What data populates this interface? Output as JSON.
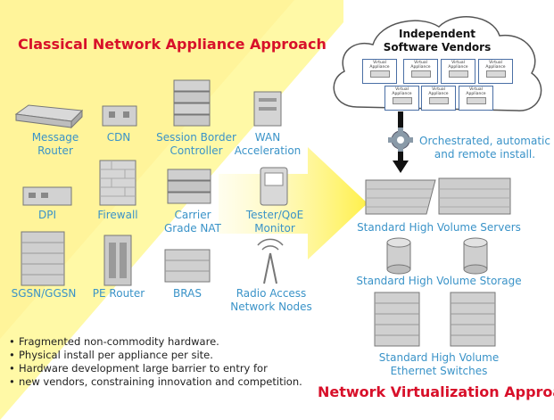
{
  "classical": {
    "title": "Classical Network Appliance Approach",
    "appliances": [
      {
        "id": "message-router",
        "label_lines": [
          "Message",
          "Router"
        ]
      },
      {
        "id": "cdn",
        "label_lines": [
          "CDN"
        ]
      },
      {
        "id": "session-border-controller",
        "label_lines": [
          "Session Border",
          "Controller"
        ]
      },
      {
        "id": "wan-acceleration",
        "label_lines": [
          "WAN",
          "Acceleration"
        ]
      },
      {
        "id": "dpi",
        "label_lines": [
          "DPI"
        ]
      },
      {
        "id": "firewall",
        "label_lines": [
          "Firewall"
        ]
      },
      {
        "id": "carrier-grade-nat",
        "label_lines": [
          "Carrier",
          "Grade NAT"
        ]
      },
      {
        "id": "tester-qoe-monitor",
        "label_lines": [
          "Tester/QoE",
          "Monitor"
        ]
      },
      {
        "id": "sgsn-ggsn",
        "label_lines": [
          "SGSN/GGSN"
        ]
      },
      {
        "id": "pe-router",
        "label_lines": [
          "PE Router"
        ]
      },
      {
        "id": "bras",
        "label_lines": [
          "BRAS"
        ]
      },
      {
        "id": "radio-access-network-nodes",
        "label_lines": [
          "Radio Access",
          "Network Nodes"
        ]
      }
    ],
    "bullets": [
      "Fragmented non-commodity hardware.",
      "Physical install per appliance per site.",
      "Hardware development large barrier to entry for",
      "new vendors, constraining innovation and competition."
    ]
  },
  "virtualization": {
    "title": "Network Virtualization Approach",
    "isv_title_lines": [
      "Independent",
      "Software Vendors"
    ],
    "virtual_appliance_label": [
      "Virtual",
      "Appliance"
    ],
    "orchestration_lines": [
      "Orchestrated, automatic",
      "and remote install."
    ],
    "servers_label": "Standard High Volume Servers",
    "storage_label": "Standard High Volume Storage",
    "switches_label_lines": [
      "Standard High Volume",
      "Ethernet Switches"
    ]
  },
  "colors": {
    "accent_blue": "#3a93c8",
    "title_red": "#d8102a",
    "highlight_yellow": "#fff79a",
    "hardware_gray": "#c8c8c8"
  },
  "icons": [
    "server-rack-icon",
    "storage-cylinder-icon",
    "ethernet-switch-icon",
    "cloud-icon",
    "gear-icon",
    "antenna-tower-icon"
  ]
}
